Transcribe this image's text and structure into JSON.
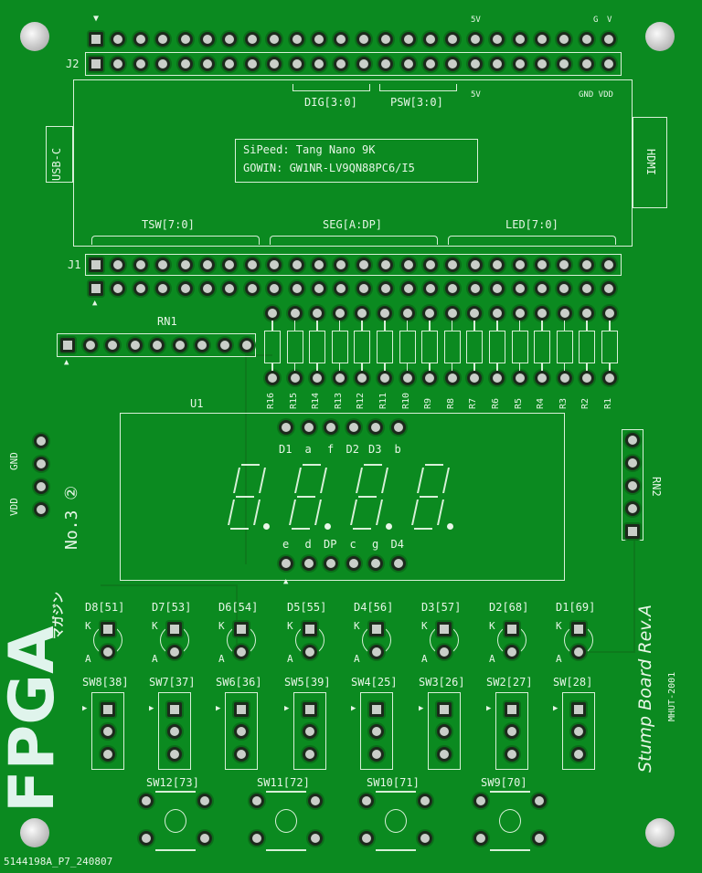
{
  "board": {
    "color_board": "#0b8a20",
    "color_silk": "#e6f6e6",
    "footer_id": "5144198A_P7_240807",
    "title": "Stump Board Rev.A",
    "code": "MHUT-2001",
    "logo": "FPGA",
    "logo_sub": "マガジン",
    "edition": "No.3 ②"
  },
  "headers": {
    "j2": "J2",
    "j1": "J1",
    "top_5v": "5V",
    "g": "G",
    "v": "V",
    "pin1_marker": "▼",
    "pin1_marker_j1": "▲"
  },
  "module": {
    "dig": "DIG[3:0]",
    "psw": "PSW[3:0]",
    "v5": "5V",
    "gnd_vdd": "GND VDD",
    "usb": "USB-C",
    "hdmi": "HDMI",
    "line1": "SiPeed: Tang Nano 9K",
    "line2": "GOWIN: GW1NR-LV9QN88PC6/I5",
    "tsw": "TSW[7:0]",
    "seg": "SEG[A:DP]",
    "led": "LED[7:0]"
  },
  "rn1": "RN1",
  "rn2": "RN2",
  "resistors": [
    "R16",
    "R15",
    "R14",
    "R13",
    "R12",
    "R11",
    "R10",
    "R9",
    "R8",
    "R7",
    "R6",
    "R5",
    "R4",
    "R3",
    "R2",
    "R1"
  ],
  "u1": {
    "label": "U1",
    "top_pins": [
      "D1",
      "a",
      "f",
      "D2",
      "D3",
      "b"
    ],
    "bottom_pins": [
      "e",
      "d",
      "DP",
      "c",
      "g",
      "D4"
    ]
  },
  "power": {
    "vdd": "VDD",
    "gnd": "GND"
  },
  "leds": [
    {
      "label": "D8[51]",
      "k": "K",
      "a": "A"
    },
    {
      "label": "D7[53]",
      "k": "K",
      "a": "A"
    },
    {
      "label": "D6[54]",
      "k": "K",
      "a": "A"
    },
    {
      "label": "D5[55]",
      "k": "K",
      "a": "A"
    },
    {
      "label": "D4[56]",
      "k": "K",
      "a": "A"
    },
    {
      "label": "D3[57]",
      "k": "K",
      "a": "A"
    },
    {
      "label": "D2[68]",
      "k": "K",
      "a": "A"
    },
    {
      "label": "D1[69]",
      "k": "K",
      "a": "A"
    }
  ],
  "slide_switches": [
    "SW8[38]",
    "SW7[37]",
    "SW6[36]",
    "SW5[39]",
    "SW4[25]",
    "SW3[26]",
    "SW2[27]",
    "SW[28]"
  ],
  "push_buttons": [
    "SW12[73]",
    "SW11[72]",
    "SW10[71]",
    "SW9[70]"
  ]
}
